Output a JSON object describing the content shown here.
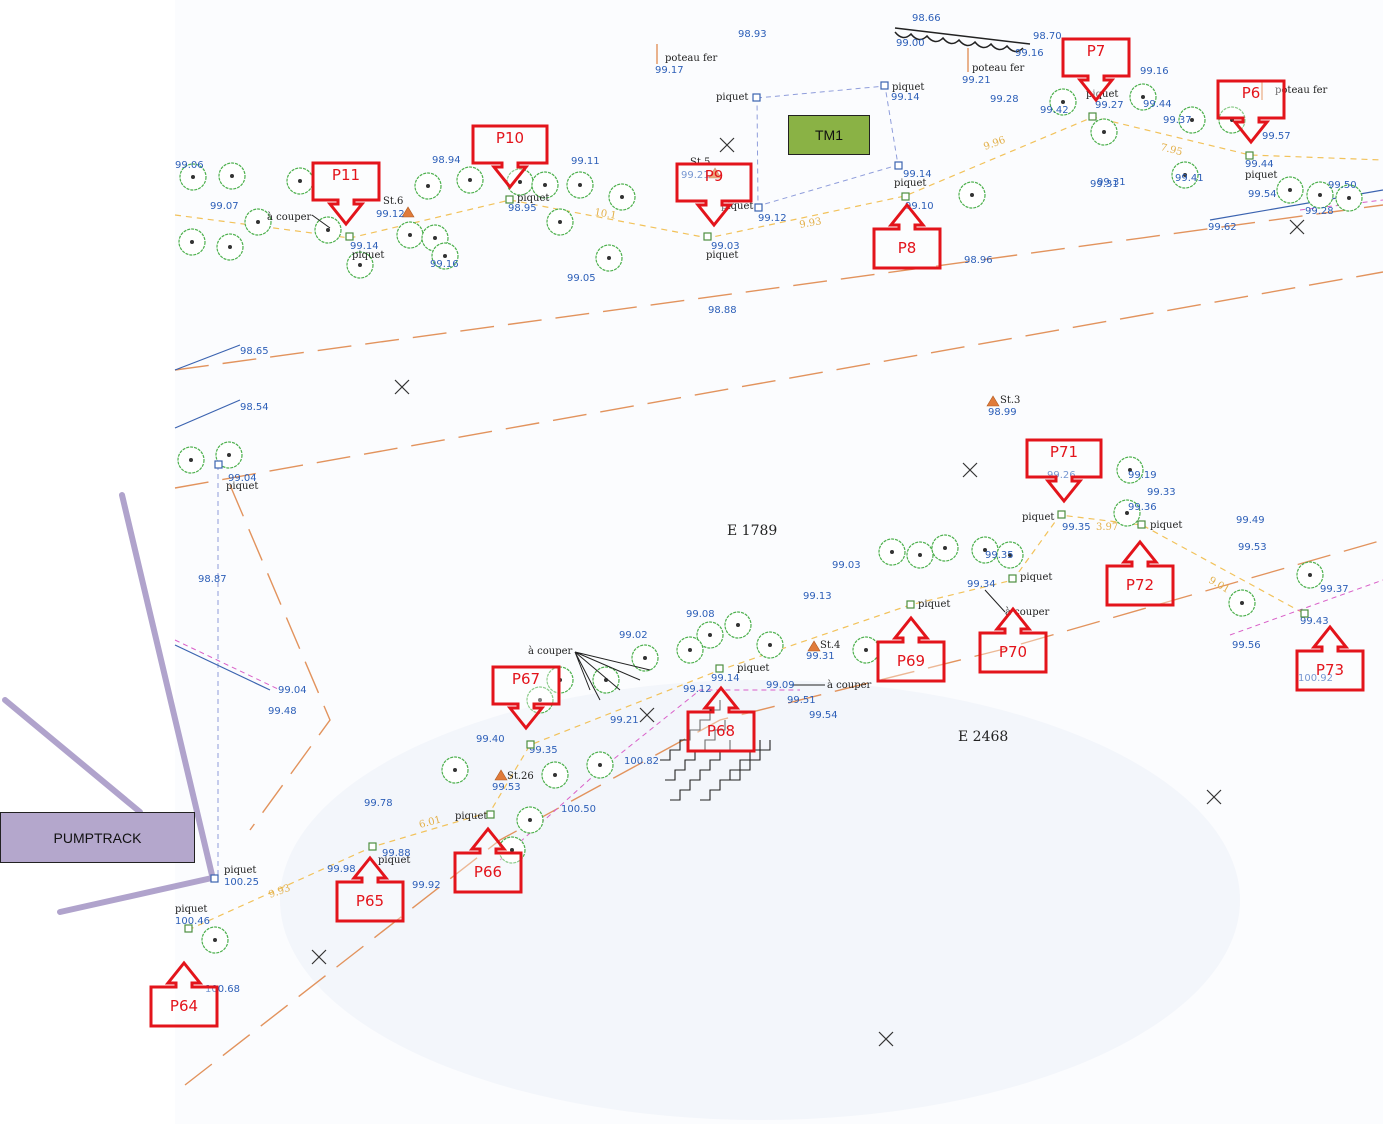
{
  "overlay_labels": {
    "tm1": "TM1",
    "pumptrack": "PUMPTRACK"
  },
  "parcels": {
    "e1789": "E 1789",
    "e2468": "E 2468"
  },
  "stations": {
    "st3": "St.3",
    "st4": "St.4",
    "st5": "St.5",
    "st6": "St.6",
    "st26": "St.26"
  },
  "annotations": {
    "poteau_fer": "poteau fer",
    "piquet": "piquet",
    "a_couper": "à couper"
  },
  "markers": [
    {
      "id": "P6",
      "label": "P6",
      "dir": "down"
    },
    {
      "id": "P7",
      "label": "P7",
      "dir": "down"
    },
    {
      "id": "P8",
      "label": "P8",
      "dir": "up"
    },
    {
      "id": "P9",
      "label": "P9",
      "dir": "down"
    },
    {
      "id": "P10",
      "label": "P10",
      "dir": "down"
    },
    {
      "id": "P11",
      "label": "P11",
      "dir": "down"
    },
    {
      "id": "P64",
      "label": "P64",
      "dir": "up"
    },
    {
      "id": "P65",
      "label": "P65",
      "dir": "up"
    },
    {
      "id": "P66",
      "label": "P66",
      "dir": "up"
    },
    {
      "id": "P67",
      "label": "P67",
      "dir": "down"
    },
    {
      "id": "P68",
      "label": "P68",
      "dir": "up"
    },
    {
      "id": "P69",
      "label": "P69",
      "dir": "up"
    },
    {
      "id": "P70",
      "label": "P70",
      "dir": "up"
    },
    {
      "id": "P71",
      "label": "P71",
      "dir": "down"
    },
    {
      "id": "P72",
      "label": "P72",
      "dir": "up"
    },
    {
      "id": "P73",
      "label": "P73",
      "dir": "up"
    }
  ],
  "elevations": {
    "e1": "98.93",
    "e2": "98.66",
    "e3": "99.00",
    "e4": "98.70",
    "e5": "99.16",
    "e6": "99.17",
    "e7": "99.21",
    "e8": "99.16",
    "e9": "99.14",
    "e10": "99.28",
    "e11": "99.42",
    "e12": "99.27",
    "e13": "99.44",
    "e14": "99.37",
    "e15": "99.44",
    "e16": "99.57",
    "e17": "99.31",
    "e18": "99.41",
    "e19": "99.54",
    "e20": "99.50",
    "e21": "99.28",
    "e22": "99.62",
    "e23": "99.14",
    "e24": "99.10",
    "e25": "98.96",
    "e26": "99.21",
    "e27": "99.12",
    "e28": "99.03",
    "e29": "99.05",
    "e30": "98.94",
    "e31": "98.95",
    "e32": "99.11",
    "e33": "99.12",
    "e34": "99.14",
    "e35": "99.16",
    "e36": "99.07",
    "e37": "98.88",
    "e38": "98.65",
    "e39": "98.54",
    "e40": "99.04",
    "e41": "98.99",
    "e42": "98.87",
    "e43": "99.04",
    "e44": "99.48",
    "e45": "99.35",
    "e46": "99.33",
    "e47": "99.36",
    "e48": "99.49",
    "e49": "99.53",
    "e50": "99.03",
    "e51": "99.13",
    "e52": "99.35",
    "e53": "99.34",
    "e54": "99.37",
    "e55": "99.43",
    "e56": "99.56",
    "e57": "100.92",
    "e58": "99.08",
    "e59": "99.02",
    "e60": "99.31",
    "e61": "99.14",
    "e62": "99.09",
    "e63": "99.51",
    "e64": "99.54",
    "e65": "100.82",
    "e66": "99.40",
    "e67": "99.35",
    "e68": "99.53",
    "e69": "100.50",
    "e70": "99.78",
    "e71": "99.88",
    "e72": "99.98",
    "e73": "99.92",
    "e74": "100.25",
    "e75": "100.46",
    "e76": "100.68",
    "e77": "99.06",
    "e78": "99.31",
    "e79": "99.21",
    "e80": "99.12",
    "e81": "99.26",
    "e82": "99.19"
  },
  "distances": {
    "d1": "9.96",
    "d2": "7.95",
    "d3": "9.93",
    "d4": "10.1",
    "d5": "3.97",
    "d6": "9.01",
    "d7": "6.01",
    "d8": "9.93"
  },
  "colors": {
    "marker_red": "#e3141b",
    "tm1_fill": "#8ab245",
    "pumptrack_fill": "#b4a7cc",
    "pumptrack_line": "#b0a3cc",
    "boundary_orange": "#e2935d",
    "traverse_yellow": "#f2c25a",
    "tree_green": "#4db04d",
    "station_orange": "#e07b3a",
    "elevation_blue": "#2d5fb8",
    "dashed_blue": "#8f9ddb",
    "pink_dashed": "#d95fc8"
  }
}
